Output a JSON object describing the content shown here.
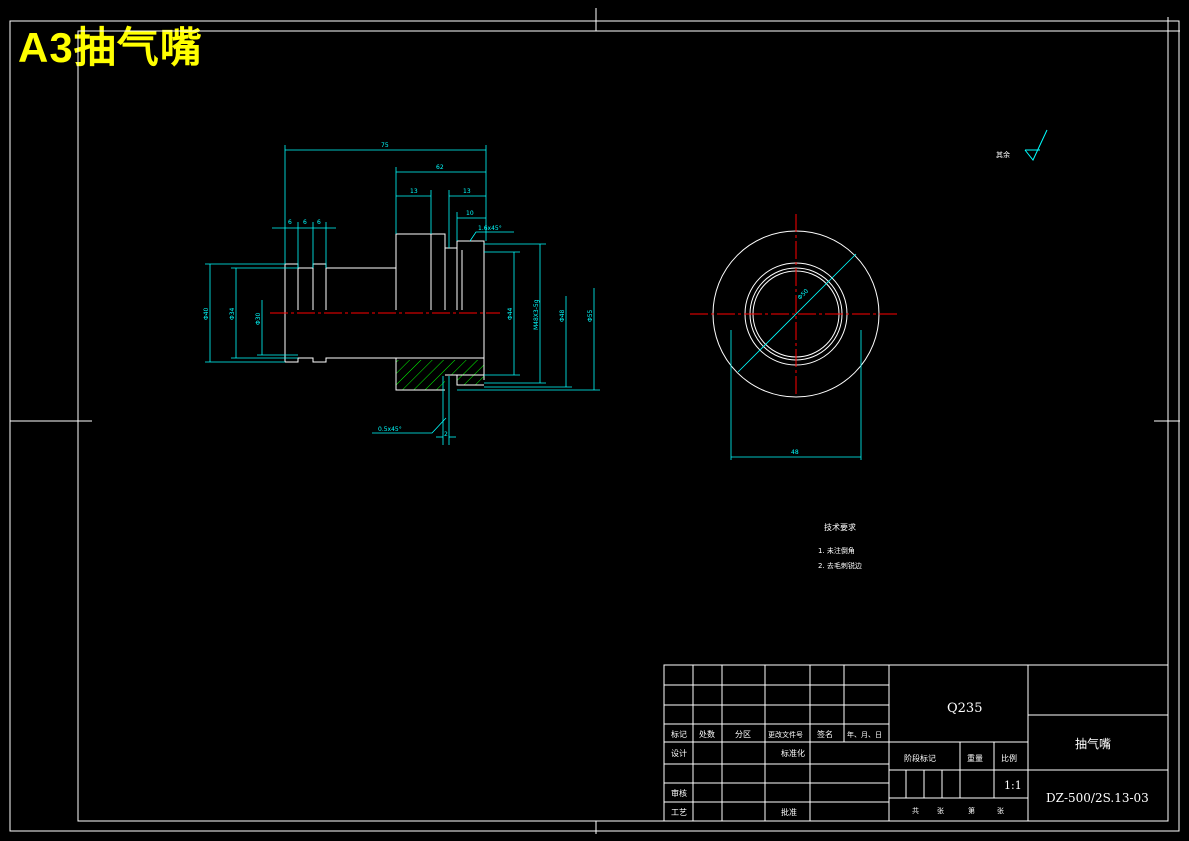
{
  "title_overlay": "A3抽气嘴",
  "surface_symbol": {
    "label": "其余"
  },
  "dimensions": {
    "d75": "75",
    "d62": "62",
    "d13a": "13",
    "d13b": "13",
    "d10": "10",
    "d6a": "6",
    "d6b": "6",
    "d6c": "6",
    "chamfer_top": "1.6x45°",
    "chamfer_bottom": "0.5x45°",
    "d2": "2",
    "phi40": "Φ40",
    "phi34": "Φ34",
    "phi30": "Φ30",
    "phi44": "Φ44",
    "thread": "M48X3-5g",
    "phi48": "Φ48",
    "phi55": "Φ55",
    "side_phi": "Φ50",
    "side_48": "48"
  },
  "tech_notes": {
    "heading": "技术要求",
    "items": [
      "1. 未注倒角",
      "2. 去毛刺锐边"
    ]
  },
  "title_block": {
    "material": "Q235",
    "part_name": "抽气嘴",
    "drawing_no": "DZ-500/2S.13-03",
    "scale": "1:1",
    "revision_labels": [
      "标记",
      "处数",
      "分区",
      "更改文件号",
      "签名",
      "年、月、日"
    ],
    "role_labels": [
      "设计",
      "审核",
      "工艺"
    ],
    "std_label": "标准化",
    "approve_label": "批准",
    "stage_label": "阶段标记",
    "weight_label": "重量",
    "scale_label": "比例",
    "sheet_labels": [
      "共",
      "张",
      "第",
      "张"
    ]
  }
}
